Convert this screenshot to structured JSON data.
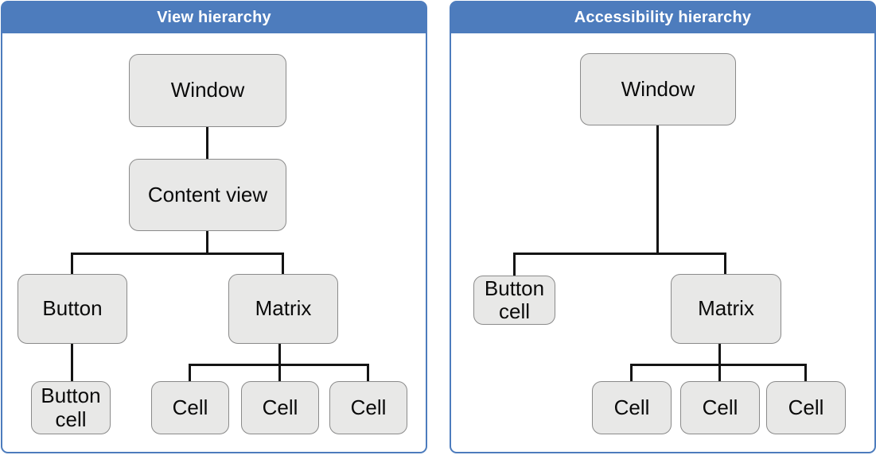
{
  "figure": {
    "description": "Comparison of a view hierarchy and its accessibility hierarchy for a window containing a button and a matrix of cells"
  },
  "colors": {
    "header_blue": "#4d7cbd",
    "panel_border": "#4d7cbd",
    "header_text": "#ffffff",
    "node_fill": "#e8e8e7",
    "node_border": "#8a8a8a",
    "connector": "#141414"
  },
  "panels": [
    {
      "title": "View hierarchy",
      "tree": {
        "label": "Window",
        "children": [
          {
            "label": "Content view",
            "children": [
              {
                "label": "Button",
                "children": [
                  {
                    "label": "Button cell"
                  }
                ]
              },
              {
                "label": "Matrix",
                "children": [
                  {
                    "label": "Cell"
                  },
                  {
                    "label": "Cell"
                  },
                  {
                    "label": "Cell"
                  }
                ]
              }
            ]
          }
        ]
      }
    },
    {
      "title": "Accessibility hierarchy",
      "tree": {
        "label": "Window",
        "children": [
          {
            "label": "Button cell"
          },
          {
            "label": "Matrix",
            "children": [
              {
                "label": "Cell"
              },
              {
                "label": "Cell"
              },
              {
                "label": "Cell"
              }
            ]
          }
        ]
      }
    }
  ]
}
